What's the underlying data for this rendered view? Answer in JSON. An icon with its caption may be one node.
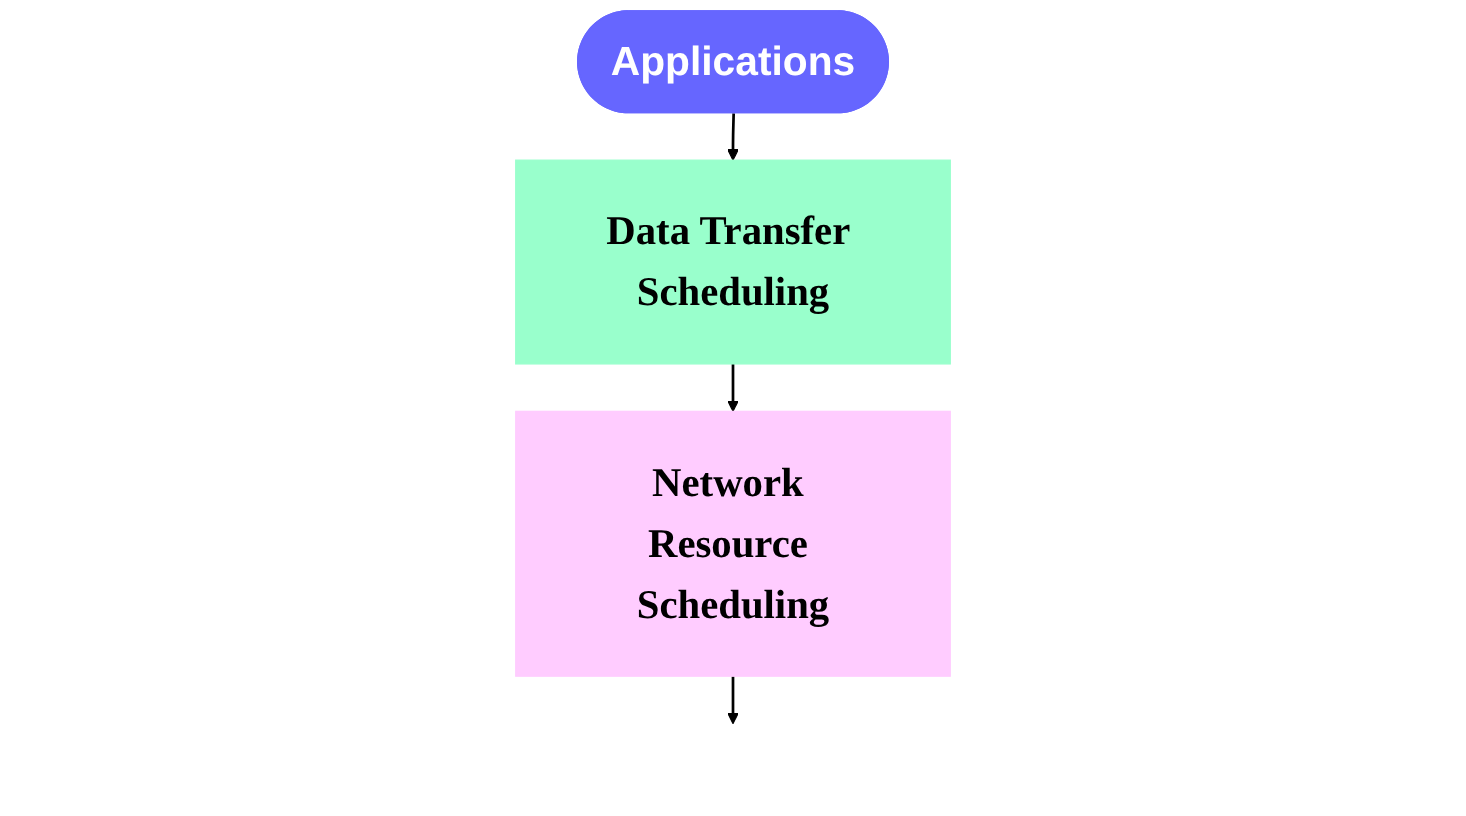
{
  "diagram": {
    "nodes": [
      {
        "text": [
          "Applications"
        ]
      },
      {
        "text": [
          "Data Transfer Scheduling"
        ]
      },
      {
        "text": [
          "Network Resource Scheduling"
        ]
      }
    ],
    "edges": [
      {
        "from": 0,
        "to": 1,
        "arrow": "to"
      },
      {
        "from": 1,
        "to": 2,
        "arrow": "to"
      },
      {
        "from": 2,
        "to": null,
        "arrow": "to"
      }
    ]
  }
}
